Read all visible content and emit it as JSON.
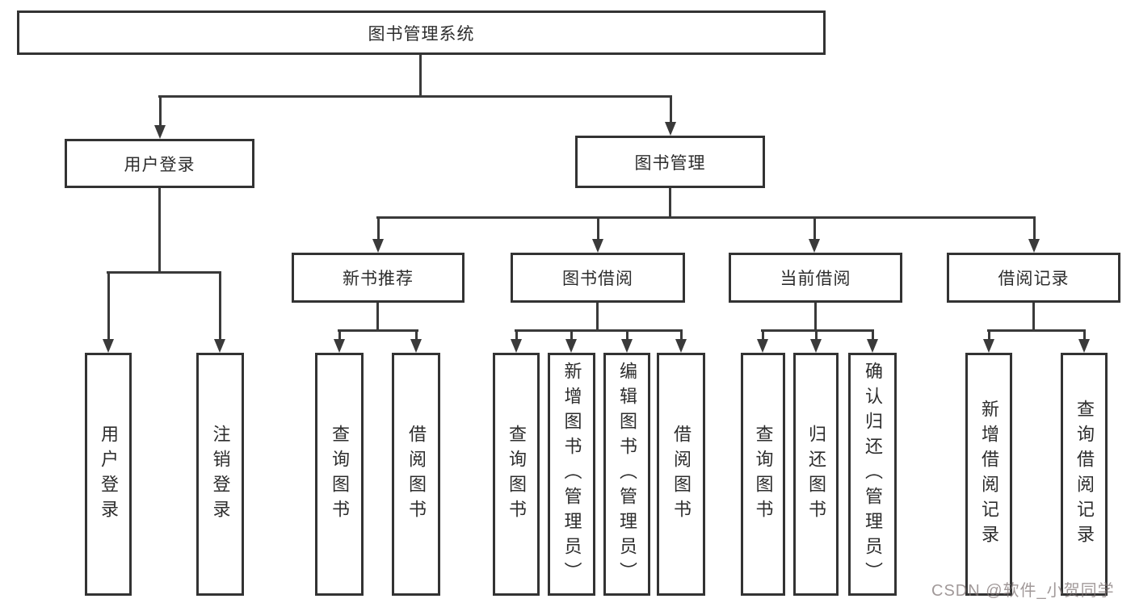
{
  "diagram": {
    "title": "图书管理系统",
    "tree": {
      "root": "图书管理系统",
      "children": [
        {
          "label": "用户登录",
          "children": [
            "用户登录",
            "注销登录"
          ]
        },
        {
          "label": "图书管理",
          "children": [
            {
              "label": "新书推荐",
              "children": [
                "查询图书",
                "借阅图书"
              ]
            },
            {
              "label": "图书借阅",
              "children": [
                "查询图书",
                "新增图书（管理员）",
                "编辑图书（管理员）",
                "借阅图书"
              ]
            },
            {
              "label": "当前借阅",
              "children": [
                "查询图书",
                "归还图书",
                "确认归还（管理员）"
              ]
            },
            {
              "label": "借阅记录",
              "children": [
                "新增借阅记录",
                "查询借阅记录"
              ]
            }
          ]
        }
      ]
    },
    "colors": {
      "box_border": "#333333",
      "connector_line": "#3a3a3a",
      "text": "#2d2d2d",
      "background": "#ffffff"
    }
  },
  "watermark": {
    "text": "CSDN @软件_小贺同学",
    "color": "#7d7272"
  }
}
